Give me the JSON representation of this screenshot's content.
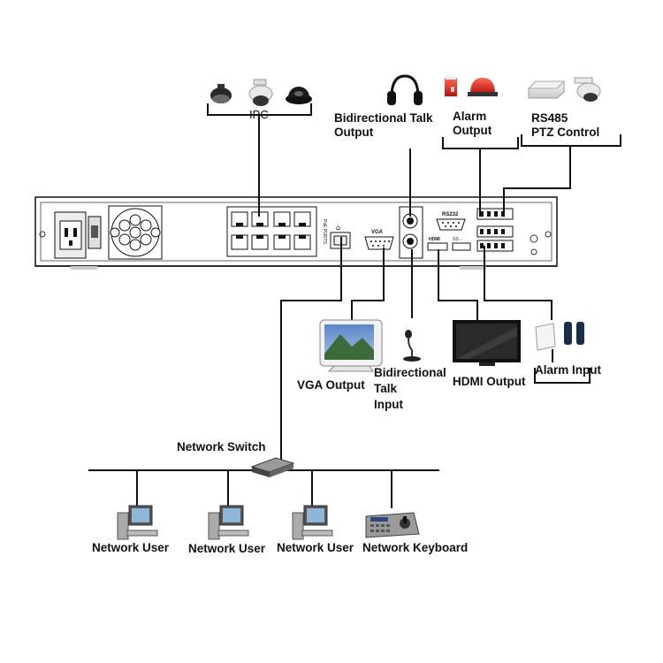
{
  "labels": {
    "ipc": "IPC",
    "bidirectional_talk_output_1": "Bidirectional Talk",
    "bidirectional_talk_output_2": "Output",
    "alarm_output_1": "Alarm",
    "alarm_output_2": "Output",
    "rs485_1": "RS485",
    "rs485_2": "PTZ Control",
    "vga_output": "VGA Output",
    "bidirectional_talk_input_1": "Bidirectional",
    "bidirectional_talk_input_2": "Talk",
    "bidirectional_talk_input_3": "Input",
    "hdmi_output": "HDMI Output",
    "alarm_input": "Alarm Input",
    "network_switch": "Network Switch",
    "network_user_1": "Network User",
    "network_user_2": "Network User",
    "network_user_3": "Network User",
    "network_keyboard": "Network Keyboard"
  },
  "panel": {
    "vga": "VGA",
    "rs232": "RS232",
    "hdmi": "HDMI",
    "poe": "PoE PORTS"
  },
  "icons": {
    "camera_1": "ptz-dome-camera-icon",
    "camera_2": "speed-dome-camera-icon",
    "camera_3": "dome-camera-icon",
    "headphones": "headphones-icon",
    "alarm": "alarm-siren-icon",
    "ptz": "ptz-decoder-icon",
    "monitor": "crt-monitor-icon",
    "mic": "microphone-icon",
    "tv": "hdmi-tv-icon",
    "sensor": "alarm-sensor-icon",
    "switch": "network-switch-icon",
    "pc": "network-pc-icon",
    "keyboard": "network-keyboard-icon"
  },
  "colors": {
    "line": "#111111",
    "device": "#e8e8e8",
    "alarm_red": "#d8241b"
  }
}
